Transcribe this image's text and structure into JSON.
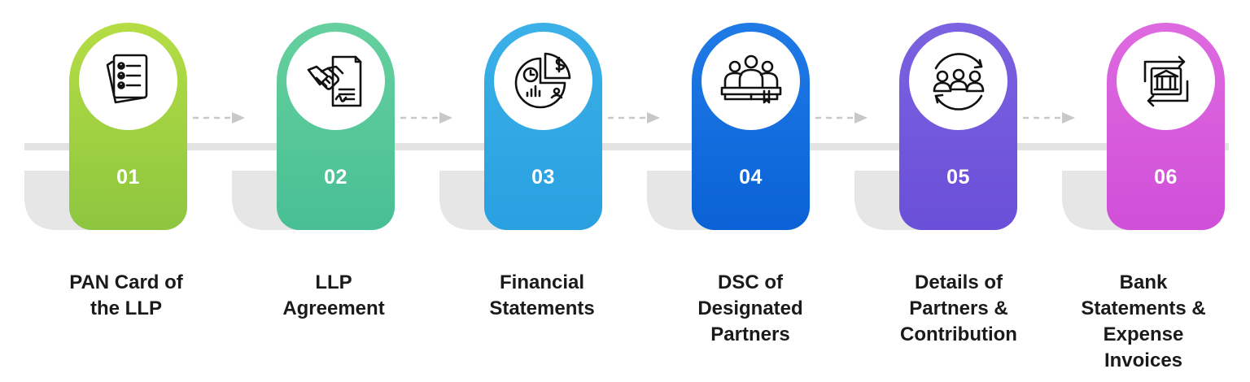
{
  "steps": [
    {
      "number": "01",
      "label": "PAN Card of\nthe LLP",
      "icon": "document-checklist-icon",
      "color": "#8dc63f",
      "color_light": "#b5dd44"
    },
    {
      "number": "02",
      "label": "LLP\nAgreement",
      "icon": "handshake-agreement-icon",
      "color": "#48bf94",
      "color_light": "#66d09e"
    },
    {
      "number": "03",
      "label": "Financial\nStatements",
      "icon": "financial-pie-chart-icon",
      "color": "#29a0e0",
      "color_light": "#3bb0e8"
    },
    {
      "number": "04",
      "label": "DSC of\nDesignated\nPartners",
      "icon": "partners-signature-icon",
      "color": "#0a62d6",
      "color_light": "#1f7ae6"
    },
    {
      "number": "05",
      "label": "Details of\nPartners &\nContribution",
      "icon": "partners-cycle-icon",
      "color": "#6a4fd8",
      "color_light": "#7b62e0"
    },
    {
      "number": "06",
      "label": "Bank\nStatements &\nExpense\nInvoices",
      "icon": "bank-exchange-icon",
      "color": "#d04fd8",
      "color_light": "#de6ae0"
    }
  ]
}
